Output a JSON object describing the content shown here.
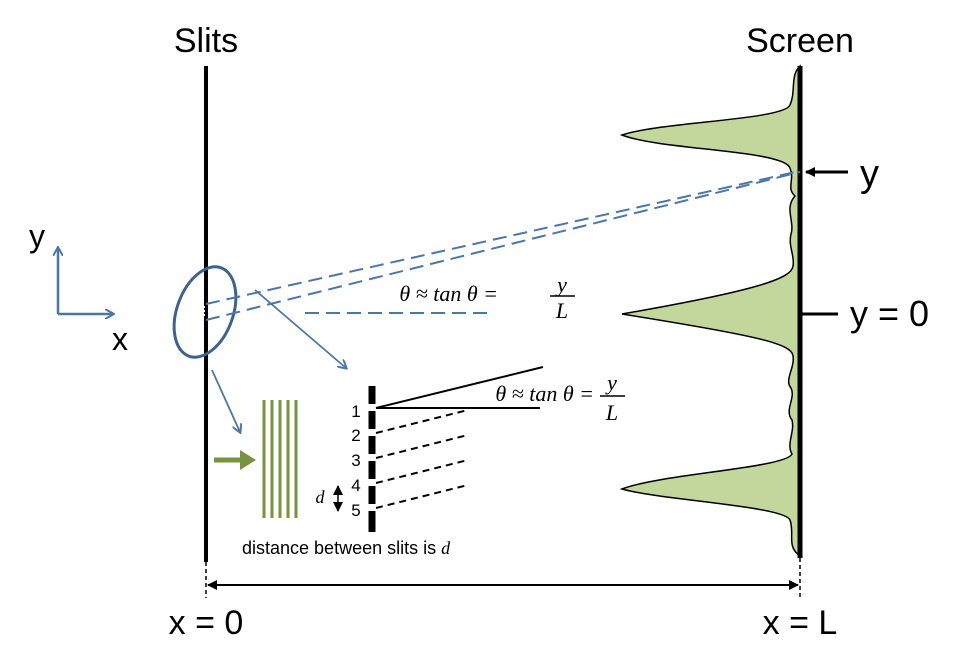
{
  "labels": {
    "slits": "Slits",
    "screen": "Screen",
    "axis_y": "y",
    "axis_x": "x",
    "y_pointer": "y",
    "y_zero": "y = 0",
    "x_zero": "x = 0",
    "x_L": "x = L",
    "caption_prefix": "distance between slits is ",
    "caption_var": "d",
    "d_label": "d"
  },
  "formula": {
    "lhs": "θ ≈ tan θ =",
    "numerator": "y",
    "denominator": "L"
  },
  "slit_numbers": [
    "1",
    "2",
    "3",
    "4",
    "5"
  ],
  "colors": {
    "line": "#000000",
    "guide_blue": "#4a76a8",
    "ellipse": "#3d6291",
    "fringe_fill": "#c3d69b",
    "green": "#77933c"
  }
}
